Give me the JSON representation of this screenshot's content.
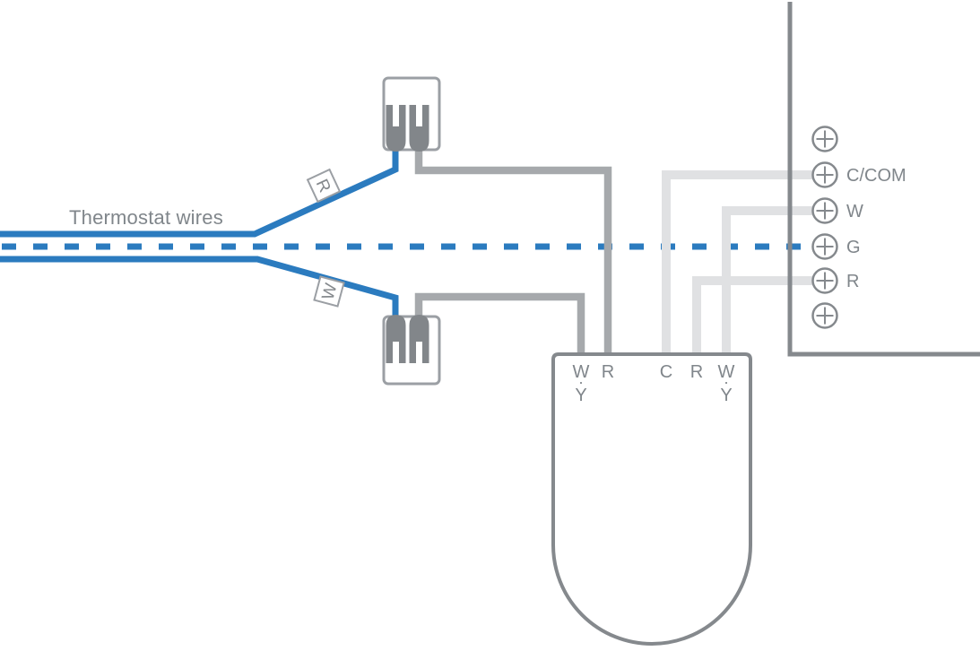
{
  "diagram_title": "Thermostat wires",
  "wire_tags": {
    "top": "R",
    "bottom": "W"
  },
  "device_terminals": [
    {
      "main": "W",
      "dot": "·",
      "alt": "Y"
    },
    {
      "main": "R",
      "dot": "",
      "alt": ""
    },
    {
      "main": "C",
      "dot": "",
      "alt": ""
    },
    {
      "main": "R",
      "dot": "",
      "alt": ""
    },
    {
      "main": "W",
      "dot": "·",
      "alt": "Y"
    }
  ],
  "panel_terminals": [
    {
      "label": ""
    },
    {
      "label": "C/COM"
    },
    {
      "label": "W"
    },
    {
      "label": "G"
    },
    {
      "label": "R"
    },
    {
      "label": ""
    }
  ],
  "colors": {
    "wire_blue": "#2b7bbf",
    "wire_gray": "#a6a9ac",
    "wire_light_gray": "#e0e1e3",
    "outline_gray": "#85898d",
    "connector_gray": "#82868a",
    "label_gray": "#80868b"
  }
}
